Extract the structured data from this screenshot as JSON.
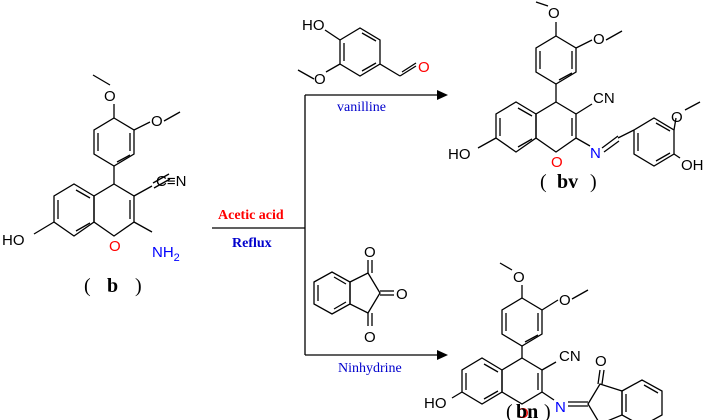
{
  "reaction": {
    "conditions": {
      "top": "Acetic acid",
      "bottom": "Reflux"
    },
    "reagents": {
      "upper": {
        "name": "vanilline"
      },
      "lower": {
        "name": "Ninhydrine"
      }
    },
    "compounds": {
      "start": {
        "id": "b"
      },
      "product_upper": {
        "id": "bv"
      },
      "product_lower": {
        "id": "bn"
      }
    },
    "atom_labels": {
      "HO": "HO",
      "OH": "OH",
      "O": "O",
      "CN": "CN",
      "N": "N",
      "NH2": "NH",
      "sub2": "2",
      "C_triple_N": "C≡N"
    }
  },
  "colors": {
    "condition_top": "#ff0000",
    "condition_bottom": "#0000cc",
    "reagent_label": "#0000cc",
    "oxygen": "#ff0000",
    "nitrogen": "#0000ff",
    "bond": "#000000"
  }
}
